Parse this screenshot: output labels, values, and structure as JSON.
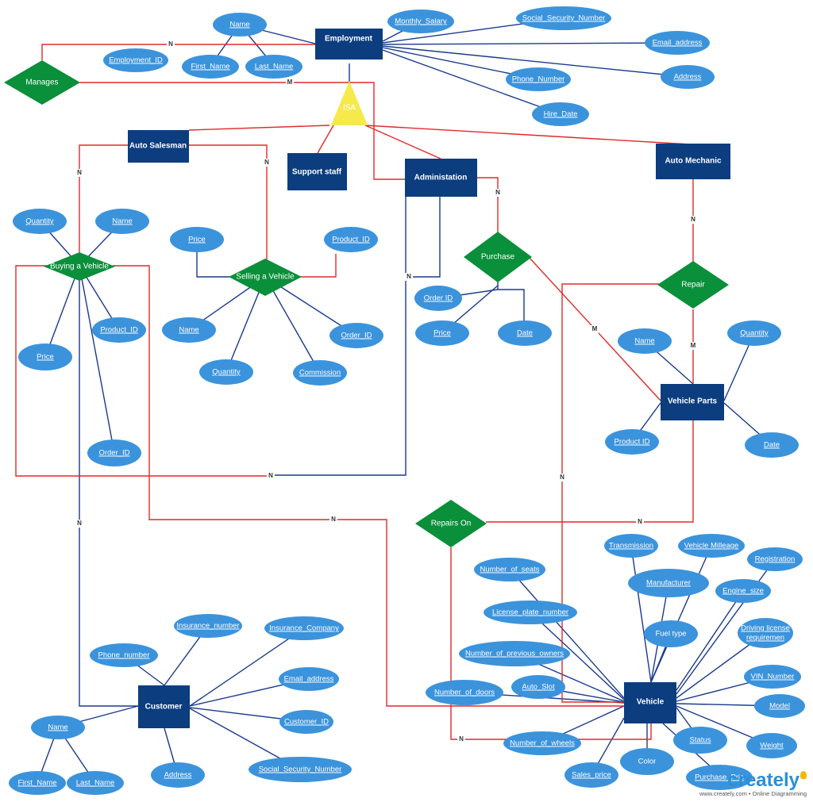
{
  "entities": [
    {
      "id": "employment",
      "label": "Employment"
    },
    {
      "id": "auto_salesman",
      "label": "Auto Salesman"
    },
    {
      "id": "support_staff",
      "label": "Support staff"
    },
    {
      "id": "administation",
      "label": "Administation"
    },
    {
      "id": "auto_mechanic",
      "label": "Auto Mechanic"
    },
    {
      "id": "vehicle_parts",
      "label": "Vehicle Parts"
    },
    {
      "id": "customer",
      "label": "Customer"
    },
    {
      "id": "vehicle",
      "label": "Vehicle"
    }
  ],
  "relationships": [
    {
      "id": "manages",
      "label": "Manages"
    },
    {
      "id": "buying",
      "label": "Buying a Vehicle"
    },
    {
      "id": "selling",
      "label": "Selling a Vehicle"
    },
    {
      "id": "purchase",
      "label": "Purchase"
    },
    {
      "id": "repair",
      "label": "Repair"
    },
    {
      "id": "repairs_on",
      "label": "Repairs On"
    }
  ],
  "isa": {
    "label": "ISA"
  },
  "attributes": [
    {
      "id": "emp_name",
      "label": "Name"
    },
    {
      "id": "emp_first",
      "label": "First_Name"
    },
    {
      "id": "emp_last",
      "label": "Last_Name"
    },
    {
      "id": "emp_id",
      "label": "Employment_ID"
    },
    {
      "id": "emp_salary",
      "label": "Monthly_Salary"
    },
    {
      "id": "emp_ssn",
      "label": "Social_Security_Number"
    },
    {
      "id": "emp_email",
      "label": "Email_address"
    },
    {
      "id": "emp_address",
      "label": "Address"
    },
    {
      "id": "emp_phone",
      "label": "Phone_Number"
    },
    {
      "id": "emp_hire",
      "label": "Hire_Date"
    },
    {
      "id": "buy_qty",
      "label": "Quantity"
    },
    {
      "id": "buy_name",
      "label": "Name"
    },
    {
      "id": "buy_pid",
      "label": "Product_ID"
    },
    {
      "id": "buy_price",
      "label": "Price"
    },
    {
      "id": "buy_oid",
      "label": "Order_ID"
    },
    {
      "id": "sell_price",
      "label": "Price"
    },
    {
      "id": "sell_pid",
      "label": "Product_ID"
    },
    {
      "id": "sell_name",
      "label": "Name"
    },
    {
      "id": "sell_qty",
      "label": "Quantity"
    },
    {
      "id": "sell_comm",
      "label": "Commission"
    },
    {
      "id": "sell_oid",
      "label": "Order_ID"
    },
    {
      "id": "pur_oid",
      "label": "Order ID"
    },
    {
      "id": "pur_price",
      "label": "Price"
    },
    {
      "id": "pur_date",
      "label": "Date"
    },
    {
      "id": "vp_name",
      "label": "Name"
    },
    {
      "id": "vp_qty",
      "label": "Quantity"
    },
    {
      "id": "vp_pid",
      "label": "Product ID"
    },
    {
      "id": "vp_date",
      "label": "Date"
    },
    {
      "id": "cu_ins_num",
      "label": "Insurance_number"
    },
    {
      "id": "cu_ins_co",
      "label": "Insurance_Company"
    },
    {
      "id": "cu_phone",
      "label": "Phone_number"
    },
    {
      "id": "cu_email",
      "label": "Email_address"
    },
    {
      "id": "cu_id",
      "label": "Customer_ID"
    },
    {
      "id": "cu_name",
      "label": "Name"
    },
    {
      "id": "cu_first",
      "label": "First_Name"
    },
    {
      "id": "cu_last",
      "label": "Last_Name"
    },
    {
      "id": "cu_address",
      "label": "Address"
    },
    {
      "id": "cu_ssn",
      "label": "Social_Security_Number"
    },
    {
      "id": "v_trans",
      "label": "Transmission"
    },
    {
      "id": "v_mileage",
      "label": "Vehicle Milleage"
    },
    {
      "id": "v_reg",
      "label": "Registration"
    },
    {
      "id": "v_seats",
      "label": "Number_of_seats"
    },
    {
      "id": "v_manu",
      "label": "Manufacturer"
    },
    {
      "id": "v_engine",
      "label": "Engine_size"
    },
    {
      "id": "v_plate",
      "label": "License_plate_number"
    },
    {
      "id": "v_fuel",
      "label": "Fuel type"
    },
    {
      "id": "v_license_1",
      "label": "Driving license"
    },
    {
      "id": "v_license_2",
      "label": "requiremen"
    },
    {
      "id": "v_owners",
      "label": "Number_of_previous_owners"
    },
    {
      "id": "v_vin",
      "label": "VIN_Number"
    },
    {
      "id": "v_slot",
      "label": "Auto_Slot"
    },
    {
      "id": "v_doors",
      "label": "Number_of_doors"
    },
    {
      "id": "v_model",
      "label": "Model"
    },
    {
      "id": "v_wheels",
      "label": "Number_of_wheels"
    },
    {
      "id": "v_status",
      "label": "Status"
    },
    {
      "id": "v_weight",
      "label": "Weight"
    },
    {
      "id": "v_color",
      "label": "Color"
    },
    {
      "id": "v_sales",
      "label": "Sales_price"
    },
    {
      "id": "v_purchase",
      "label": "Purchase_Pric"
    }
  ],
  "cardinality": {
    "n": "N",
    "m": "M"
  },
  "logo": {
    "brand": "creately",
    "tagline": "www.creately.com • Online Diagramming"
  },
  "colors": {
    "entity": "#0b3d7f",
    "relationship": "#0a8f3a",
    "attribute": "#3b93dc",
    "isa": "#f5e94c",
    "attr_link": "#1a3a8c",
    "rel_link": "#e02a2a"
  }
}
